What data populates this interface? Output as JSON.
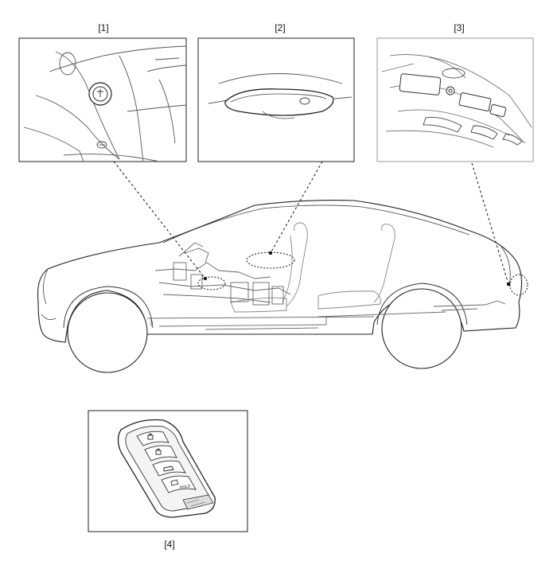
{
  "labels": {
    "callout_1": "[1]",
    "callout_2": "[2]",
    "callout_3": "[3]",
    "callout_4": "[4]"
  },
  "smart_key": {
    "hold_text": "HOLD"
  },
  "colors": {
    "line": "#333333",
    "light_line": "#777777",
    "frame_3": "#999999"
  }
}
